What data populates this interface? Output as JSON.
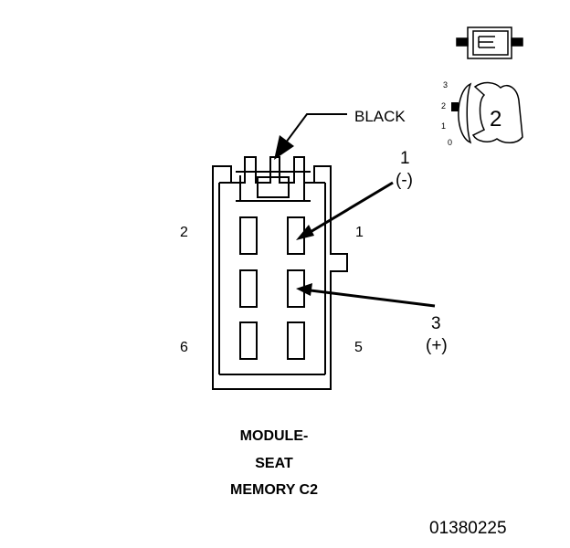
{
  "labels": {
    "color": "BLACK",
    "pin_top_left": "2",
    "pin_top_right": "1",
    "pin_bottom_left": "6",
    "pin_bottom_right": "5",
    "callout_1_number": "1",
    "callout_1_polarity": "(-)",
    "callout_3_number": "3",
    "callout_3_polarity": "(+)"
  },
  "caption": {
    "line1": "MODULE-",
    "line2": "SEAT",
    "line3": "MEMORY C2"
  },
  "figure_number": "01380225",
  "inset": {
    "digit": "2",
    "scale_3": "3",
    "scale_2": "2",
    "scale_1": "1",
    "scale_0": "0"
  }
}
